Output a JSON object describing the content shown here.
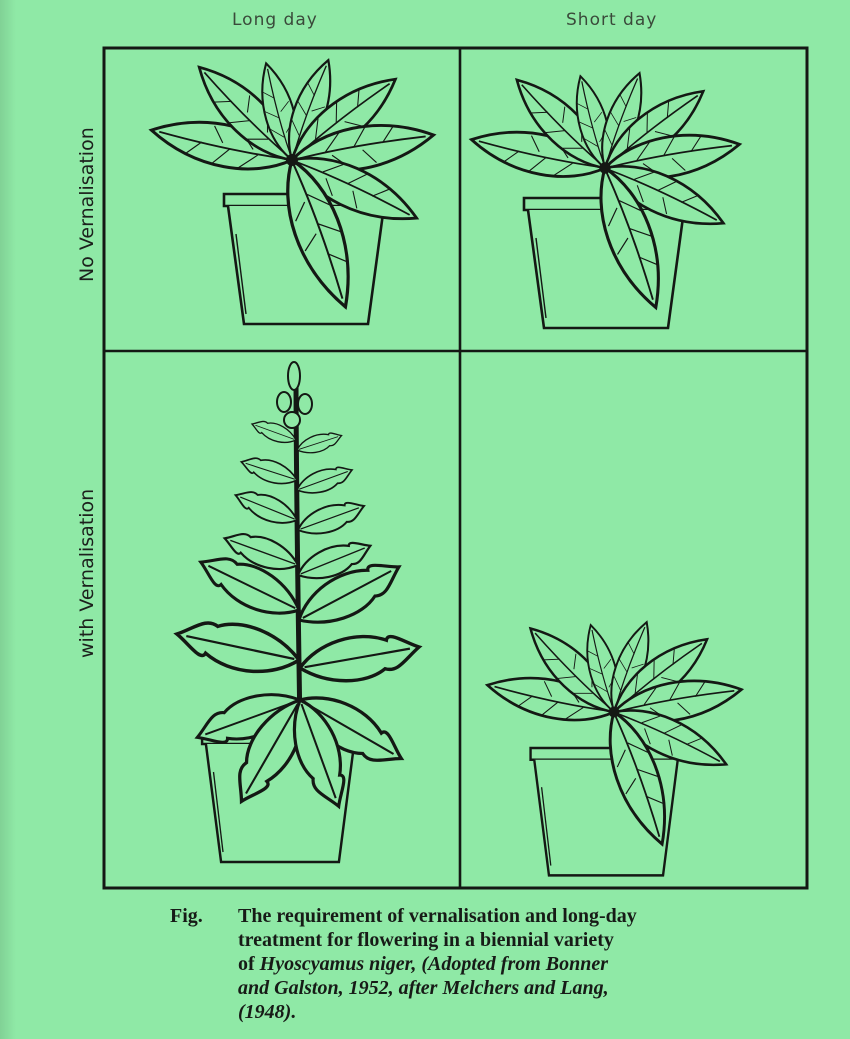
{
  "figure": {
    "column_headers": [
      "Long day",
      "Short day"
    ],
    "row_labels": [
      "No Vernalisation",
      "with Vernalisation"
    ],
    "cells": [
      {
        "row": "No Vernalisation",
        "column": "Long day",
        "state": "vegetative rosette"
      },
      {
        "row": "No Vernalisation",
        "column": "Short day",
        "state": "vegetative rosette"
      },
      {
        "row": "with Vernalisation",
        "column": "Long day",
        "state": "flowering, elongated stem"
      },
      {
        "row": "with Vernalisation",
        "column": "Short day",
        "state": "vegetative rosette"
      }
    ]
  },
  "caption": {
    "fig_label": "Fig.",
    "line1": "The requirement of vernalisation and long-day",
    "line2": "treatment for flowering in a  biennial  variety",
    "line3_prefix": "of ",
    "species": "Hyoscyamus niger",
    "line3_rest": ", (Adopted  from  Bonner",
    "line4": "and Galston, 1952,  after  Melchers and Lang,",
    "line5": "(1948)."
  }
}
